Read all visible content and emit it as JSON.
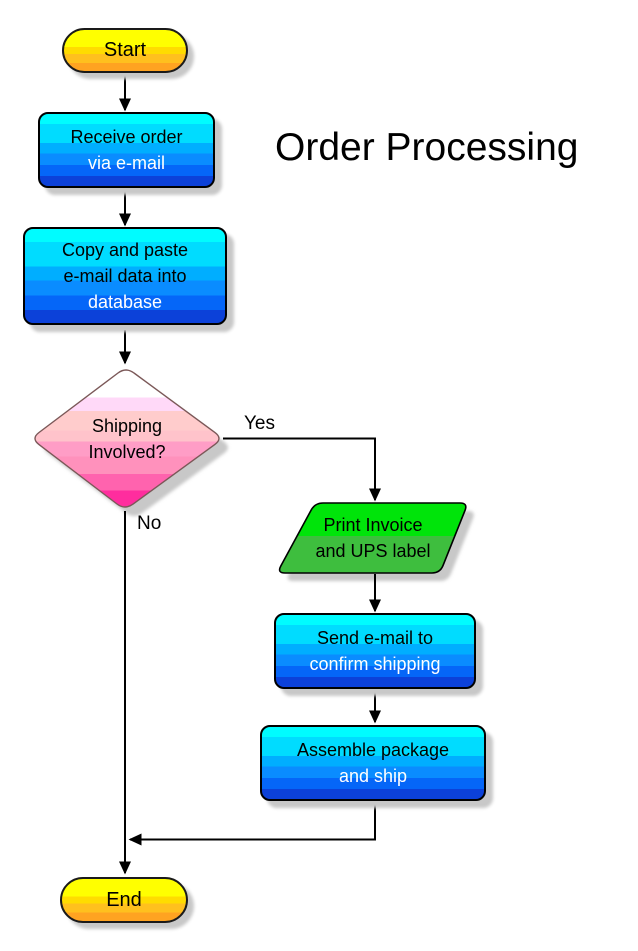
{
  "title": "Order Processing",
  "nodes": {
    "start": {
      "label": "Start"
    },
    "receive_order": {
      "lines": [
        "Receive order",
        "via e-mail"
      ]
    },
    "copy_paste": {
      "lines": [
        "Copy and paste",
        "e-mail data into",
        "database"
      ]
    },
    "shipping_decision": {
      "lines": [
        "Shipping",
        "Involved?"
      ]
    },
    "print_invoice": {
      "lines": [
        "Print Invoice",
        "and UPS label"
      ]
    },
    "send_email": {
      "lines": [
        "Send e-mail to",
        "confirm shipping"
      ]
    },
    "assemble_package": {
      "lines": [
        "Assemble package",
        "and ship"
      ]
    },
    "end": {
      "label": "End"
    }
  },
  "edges": {
    "yes_label": "Yes",
    "no_label": "No"
  },
  "colors": {
    "box_band1": "#00FCFF",
    "box_band2": "#00DCFF",
    "box_band3": "#00AEFF",
    "box_band4": "#0A8CFF",
    "box_band5": "#0566F8",
    "box_band6": "#0C41D9",
    "term_band1": "#FFFF00",
    "term_band2": "#FFDC00",
    "term_band3": "#FFC01E",
    "term_band4": "#FFA321",
    "dia_band1": "#FFFFFF",
    "dia_band2": "#FFD9F8",
    "dia_band3": "#FFCCCC",
    "dia_band4": "#FFC3CB",
    "dia_band5": "#FF9DC6",
    "dia_band6": "#FF91BC",
    "dia_band7": "#FF63AE",
    "dia_band8": "#FF2D9E",
    "green_band1": "#00E40A",
    "green_band2": "#3EBE3E",
    "shadow": "#C8C8C8"
  }
}
